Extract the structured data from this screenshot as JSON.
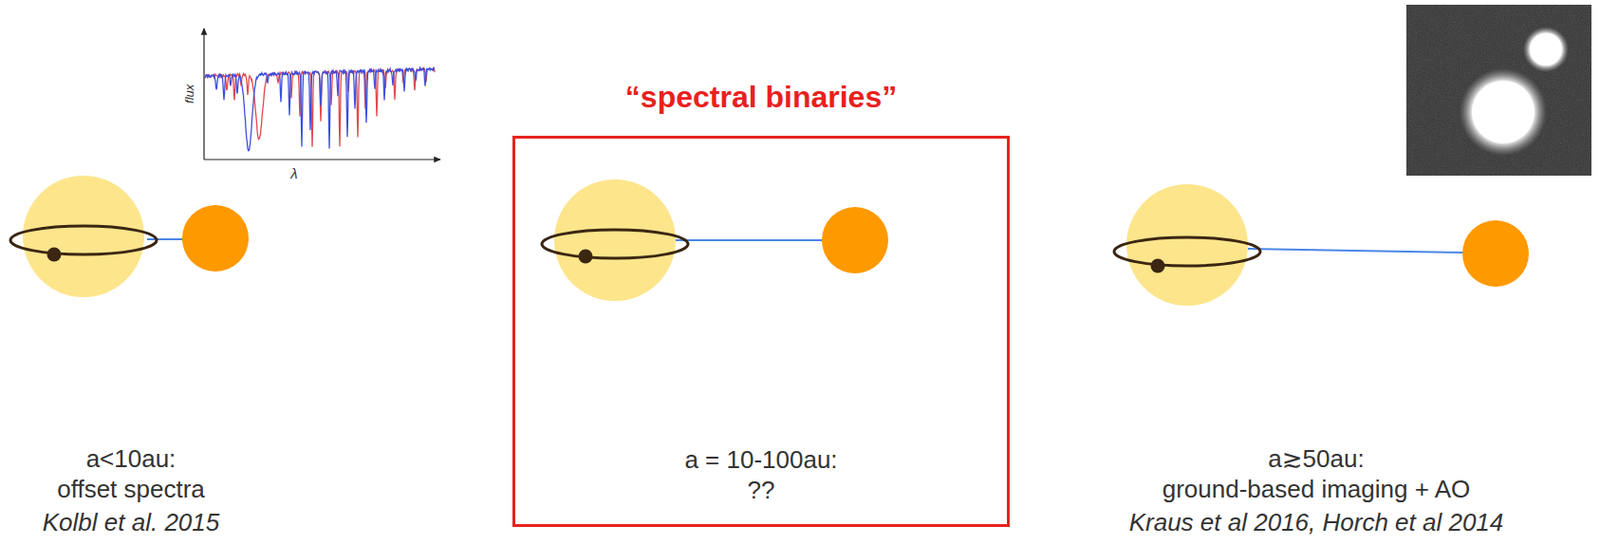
{
  "diagram": {
    "nodes": [
      {
        "text": [
          "“spectral binaries”",
          "a = 10-100au:",
          "??"
        ]
      }
    ],
    "labels": [
      "flux",
      "λ",
      "a<10au:",
      "offset spectra",
      "Kolbl et al. 2015",
      "a≳50au:",
      "ground-based imaging + AO",
      "Kraus et al 2016, Horch et al 2014"
    ]
  }
}
